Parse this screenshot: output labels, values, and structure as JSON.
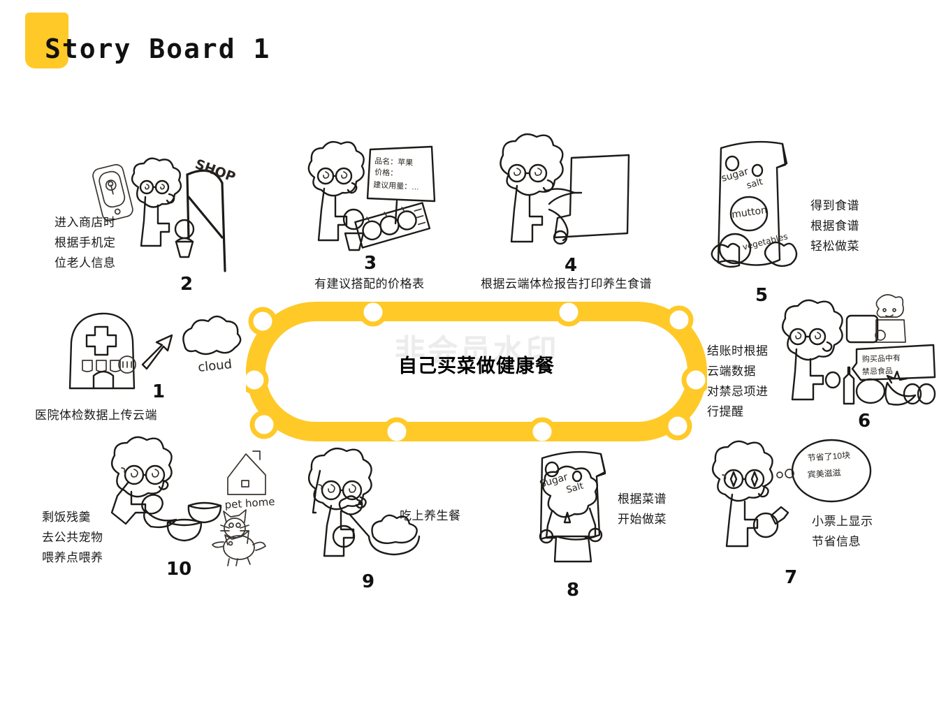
{
  "header": {
    "title": "Story Board 1",
    "accent_color": "#FFC928"
  },
  "center": {
    "title": "自己买菜做健康餐",
    "watermark": "非会员水印",
    "loop_color": "#FFC928",
    "node_count": 10
  },
  "panels": [
    {
      "number": "1",
      "caption": "医院体检数据上传云端",
      "sketch_labels": [
        "cloud"
      ],
      "icons": [
        "hospital-icon",
        "arrow-icon",
        "cloud-icon"
      ]
    },
    {
      "number": "2",
      "caption": "进入商店时\n根据手机定\n位老人信息",
      "sketch_labels": [
        "SHOP"
      ],
      "icons": [
        "phone-location-icon",
        "elderly-person-icon",
        "shop-gate-icon"
      ]
    },
    {
      "number": "3",
      "caption": "有建议搭配的价格表",
      "sketch_labels": [
        "品名：苹果",
        "价格：",
        "建议用量：…"
      ],
      "icons": [
        "elderly-person-icon",
        "price-sign-icon",
        "fruit-tray-icon"
      ]
    },
    {
      "number": "4",
      "caption": "根据云端体检报告打印养生食谱",
      "sketch_labels": [],
      "icons": [
        "elderly-person-icon",
        "printer-icon",
        "paper-icon"
      ]
    },
    {
      "number": "5",
      "caption": "得到食谱\n根据食谱\n轻松做菜",
      "sketch_labels": [
        "sugar",
        "salt",
        "mutton",
        "vegetables"
      ],
      "icons": [
        "recipe-sheet-icon",
        "hands-icon"
      ]
    },
    {
      "number": "6",
      "caption": "结账时根据\n云端数据\n对禁忌项进\n行提醒",
      "sketch_labels": [
        "购买品中有",
        "禁忌食品"
      ],
      "icons": [
        "elderly-person-icon",
        "cashier-icon",
        "speech-bubble-icon",
        "groceries-icon"
      ]
    },
    {
      "number": "7",
      "caption": "小票上显示\n节省信息",
      "sketch_labels": [
        "节省了10块",
        "宾美滋滋"
      ],
      "icons": [
        "elderly-person-icon",
        "receipt-icon",
        "thought-bubble-icon",
        "sparkle-eyes-icon"
      ]
    },
    {
      "number": "8",
      "caption": "根据菜谱\n开始做菜",
      "sketch_labels": [
        "Sugar",
        "Salt"
      ],
      "icons": [
        "recipe-sheet-icon",
        "elderly-person-icon",
        "cooking-icon"
      ]
    },
    {
      "number": "9",
      "caption": "吃上养生餐",
      "sketch_labels": [],
      "icons": [
        "elderly-person-icon",
        "spoon-icon",
        "food-bowl-icon"
      ]
    },
    {
      "number": "10",
      "caption": "剩饭残羹\n去公共宠物\n喂养点喂养",
      "sketch_labels": [
        "pet home"
      ],
      "icons": [
        "elderly-person-icon",
        "bowl-icon",
        "pet-house-icon",
        "cat-icon",
        "dog-icon"
      ]
    }
  ]
}
